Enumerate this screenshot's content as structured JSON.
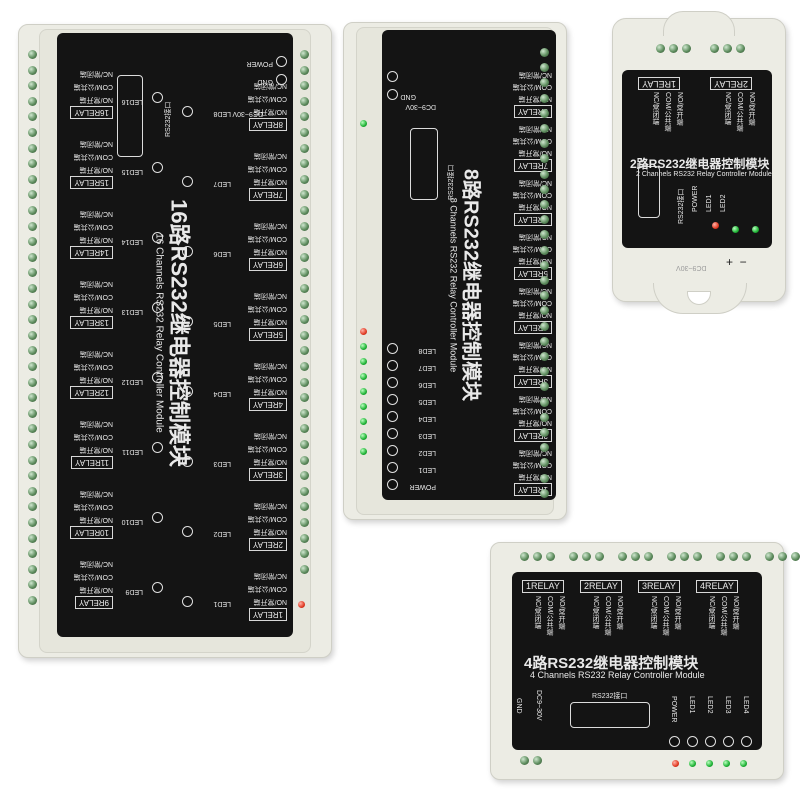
{
  "colors": {
    "panel": "#141414",
    "case": "#ecece4",
    "screw": "#5f8e5f",
    "led_green": "#1fb336",
    "led_red": "#e23b24"
  },
  "module16": {
    "title_cn": "16路RS232继电器控制模块",
    "title_en": "16 Channels RS232 Relay Controller Module",
    "relays": [
      "1RELAY",
      "2RELAY",
      "3RELAY",
      "4RELAY",
      "5RELAY",
      "6RELAY",
      "7RELAY",
      "8RELAY",
      "9RELAY",
      "10RELAY",
      "11RELAY",
      "12RELAY",
      "13RELAY",
      "14RELAY",
      "15RELAY",
      "16RELAY"
    ],
    "leds": [
      "LED1",
      "LED2",
      "LED3",
      "LED4",
      "LED5",
      "LED6",
      "LED7",
      "LED8",
      "LED9",
      "LED10",
      "LED11",
      "LED12",
      "LED13",
      "LED14",
      "LED15",
      "LED16"
    ],
    "no": "NO/常开端",
    "com": "COM/公共端",
    "nc": "NC/常闭端",
    "power": "POWER",
    "gnd": "GND",
    "dc": "DC9~30V",
    "rs232": "RS232接口"
  },
  "module8": {
    "title_cn": "8路RS232继电器控制模块",
    "title_en": "8 Channels RS232 Relay Controller Module",
    "relays": [
      "1RELAY",
      "2RELAY",
      "3RELAY",
      "4RELAY",
      "5RELAY",
      "6RELAY",
      "7RELAY",
      "8RELAY"
    ],
    "leds": [
      "POWER",
      "LED1",
      "LED2",
      "LED3",
      "LED4",
      "LED5",
      "LED6",
      "LED7",
      "LED8"
    ],
    "no": "NO/常开端",
    "com": "COM/公共端",
    "nc": "NC/常闭端",
    "gnd": "GND",
    "dc": "DC9~30V",
    "rs232": "RS232接口"
  },
  "module2": {
    "title_cn": "2路RS232继电器控制模块",
    "title_en": "2 Channels RS232 Relay Controller Module",
    "relays": [
      "1RELAY",
      "2RELAY"
    ],
    "no": "NO/常开端",
    "com": "COM/公共端",
    "nc": "NC/常闭端",
    "power": "POWER",
    "led1": "LED1",
    "led2": "LED2",
    "rs232": "RS232接口",
    "dc": "DC9~30V"
  },
  "module4": {
    "title_cn": "4路RS232继电器控制模块",
    "title_en": "4 Channels RS232 Relay Controller Module",
    "relays": [
      "1RELAY",
      "2RELAY",
      "3RELAY",
      "4RELAY"
    ],
    "no": "NO/常开端",
    "com": "COM/公共端",
    "nc": "NC/常闭端",
    "rs232": "RS232接口",
    "gnd": "GND",
    "dc": "DC9~30V",
    "leds": [
      "POWER",
      "LED1",
      "LED2",
      "LED3",
      "LED4"
    ]
  }
}
